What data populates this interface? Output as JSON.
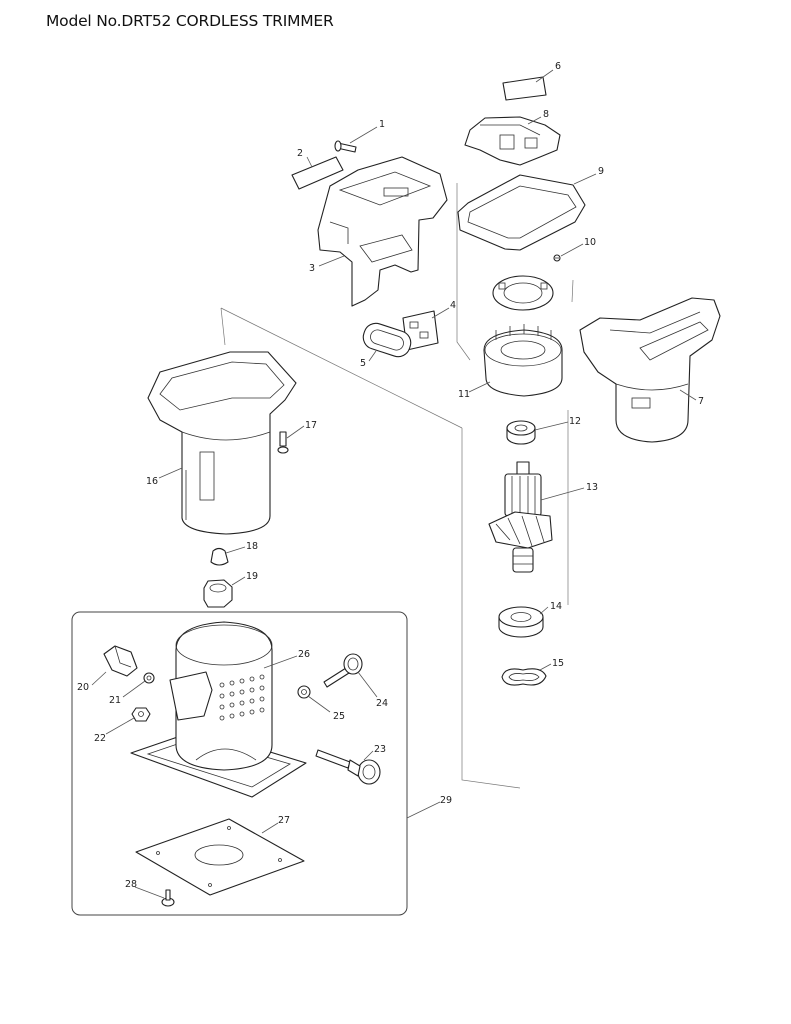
{
  "header": {
    "title": "Model No.DRT52 CORDLESS TRIMMER"
  },
  "callouts": [
    "1",
    "2",
    "3",
    "4",
    "5",
    "6",
    "7",
    "8",
    "9",
    "10",
    "11",
    "12",
    "13",
    "14",
    "15",
    "16",
    "17",
    "18",
    "19",
    "20",
    "21",
    "22",
    "23",
    "24",
    "25",
    "26",
    "27",
    "28",
    "29"
  ],
  "colors": {
    "line": "#222222",
    "background": "#ffffff"
  }
}
